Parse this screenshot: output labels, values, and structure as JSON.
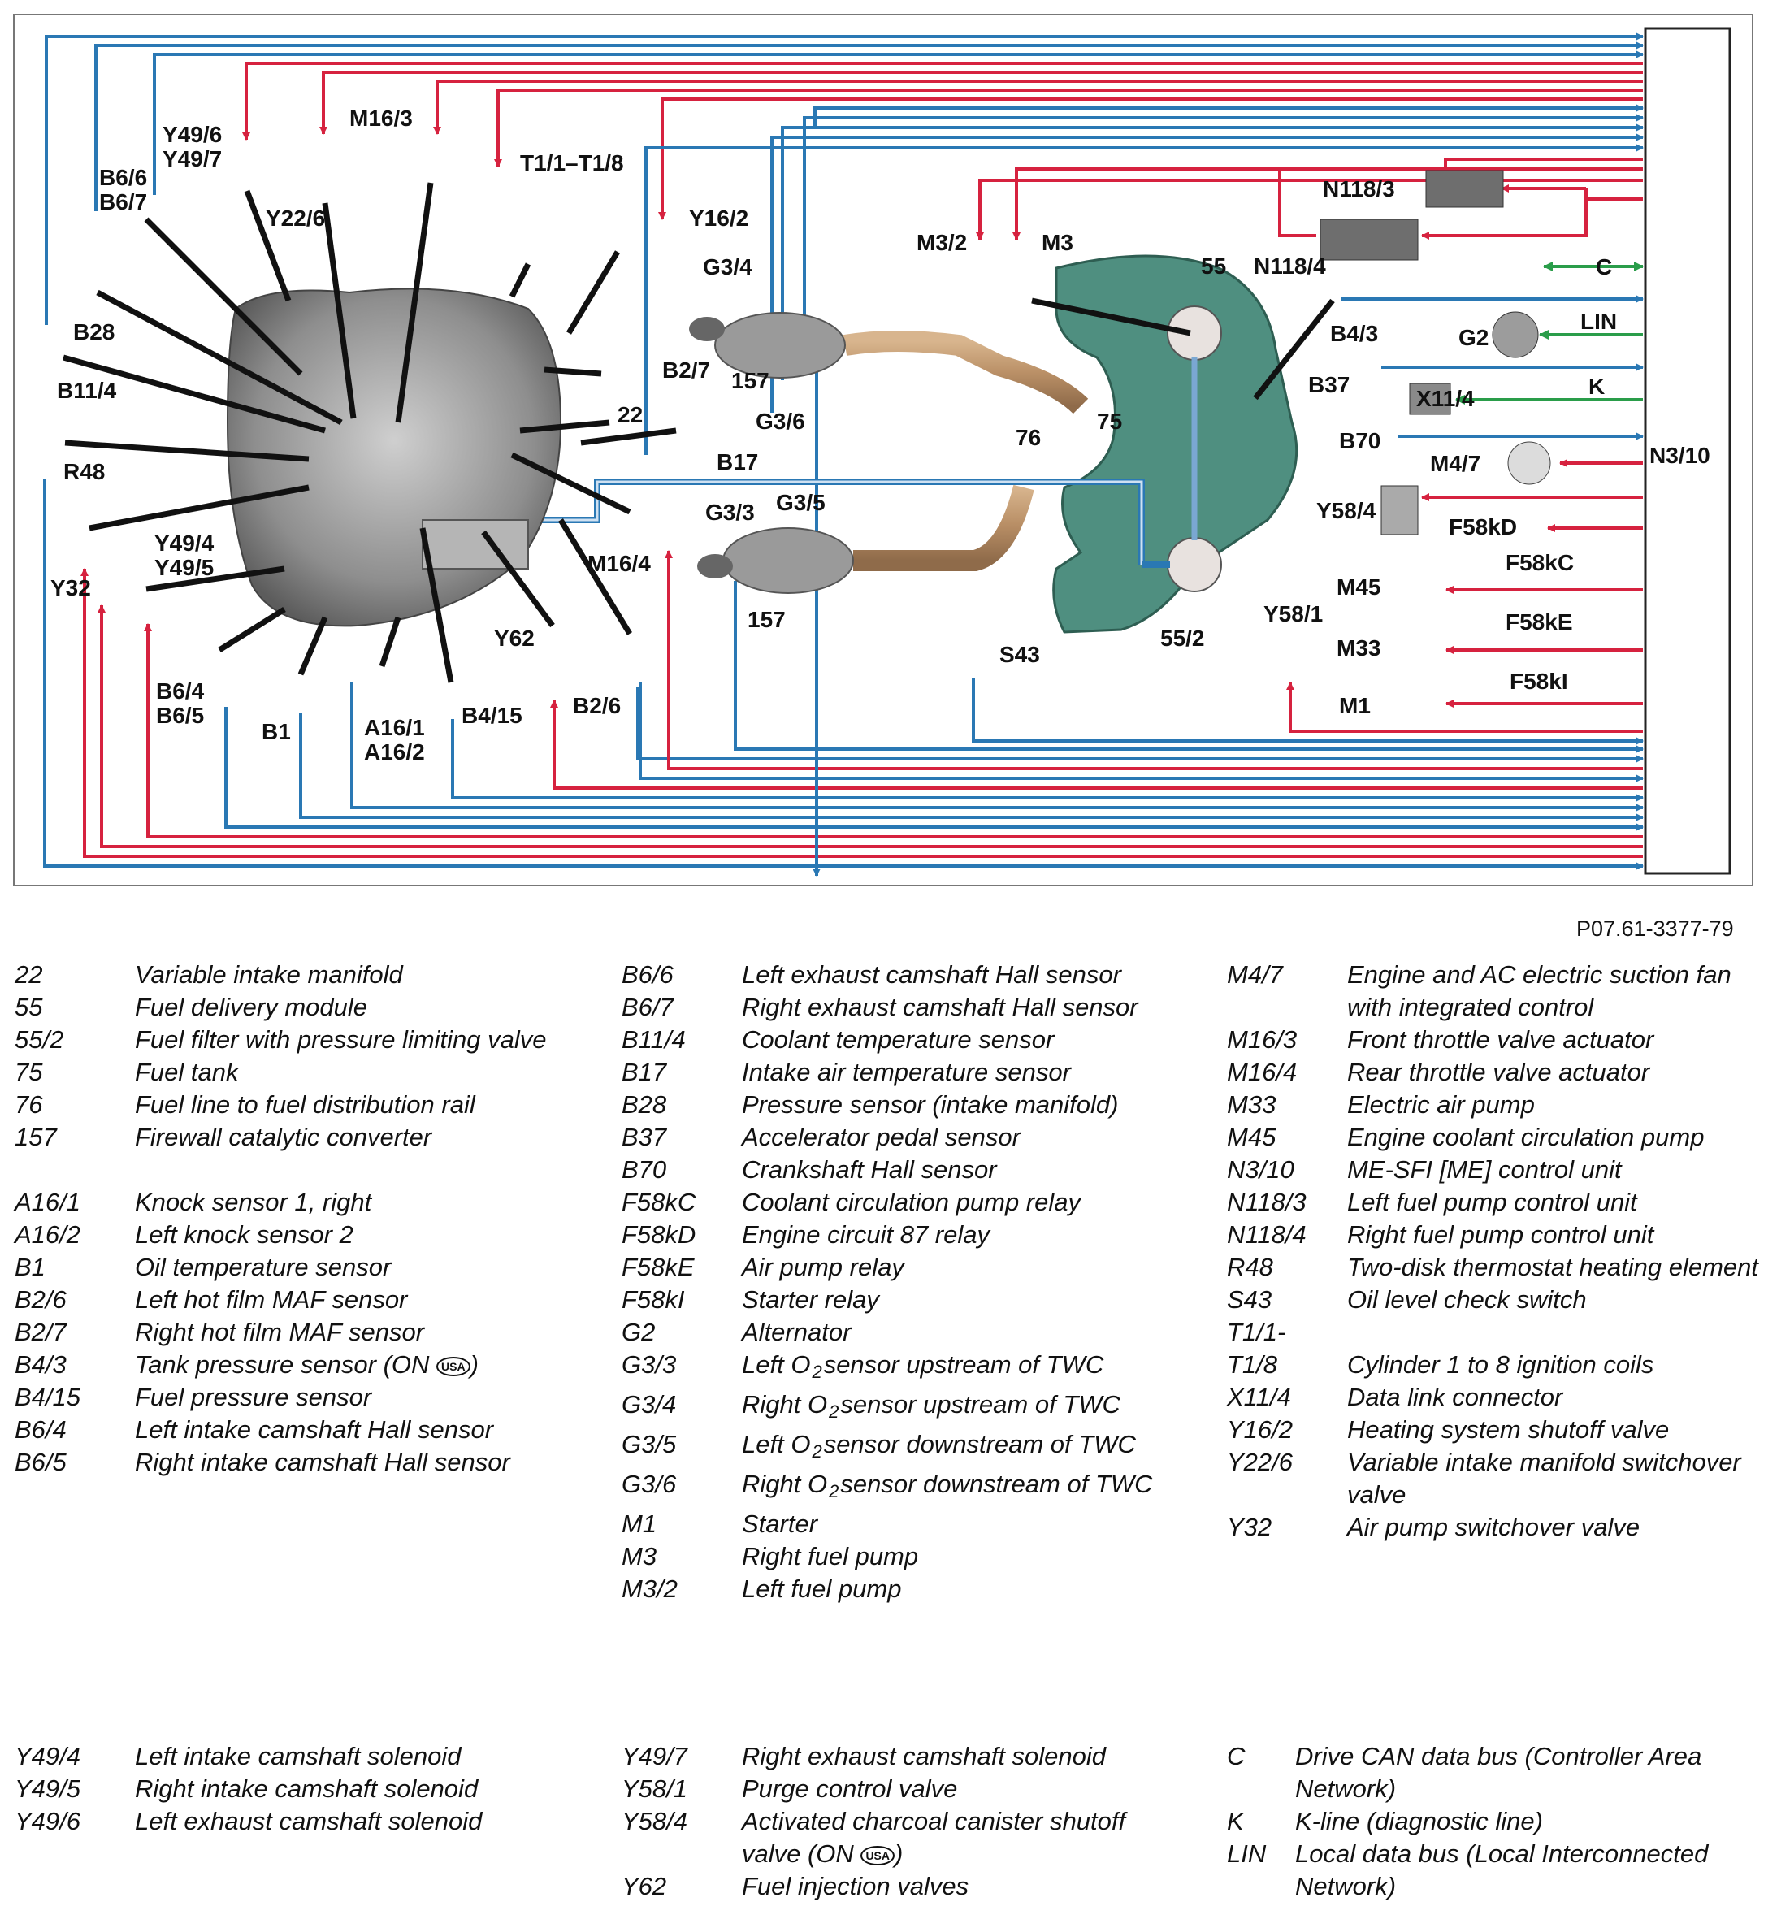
{
  "figure_code": "P07.61-3377-79",
  "colors": {
    "signal_in": "#2a78b4",
    "signal_out": "#d6223f",
    "bus": "#2a9d4a",
    "fuel_tank": "#4f8f80"
  },
  "components": {
    "n3_10": "N3/10",
    "y49_6_7": "Y49/6\nY49/7",
    "b6_6_7": "B6/6\nB6/7",
    "m16_3": "M16/3",
    "t1": "T1/1–T1/8",
    "y22_6": "Y22/6",
    "y16_2": "Y16/2",
    "g3_4": "G3/4",
    "m3_2": "M3/2",
    "m3": "M3",
    "n118_3": "N118/3",
    "n118_4": "N118/4",
    "c": "C",
    "c55": "55",
    "b28": "B28",
    "b11_4": "B11/4",
    "b2_7": "B2/7",
    "c157": "157",
    "g3_6": "G3/6",
    "c22": "22",
    "b4_3": "B4/3",
    "g2": "G2",
    "lin": "LIN",
    "b37": "B37",
    "x11_4": "X11/4",
    "k": "K",
    "c75": "75",
    "r48": "R48",
    "b17": "B17",
    "c76": "76",
    "b70": "B70",
    "m4_7": "M4/7",
    "y58_4": "Y58/4",
    "f58kd": "F58kD",
    "g3_3": "G3/3",
    "g3_5": "G3/5",
    "y49_4_5": "Y49/4\nY49/5",
    "y32": "Y32",
    "m16_4": "M16/4",
    "c157b": "157",
    "c55_2": "55/2",
    "f58kc": "F58kC",
    "m45": "M45",
    "y58_1": "Y58/1",
    "f58ke": "F58kE",
    "m33": "M33",
    "s43": "S43",
    "y62": "Y62",
    "f58ki": "F58kI",
    "m1": "M1",
    "b6_4_5": "B6/4\nB6/5",
    "b1": "B1",
    "a16_1_2": "A16/1\nA16/2",
    "b4_15": "B4/15",
    "b2_6": "B2/6"
  },
  "legend": {
    "col1": [
      {
        "code": "22",
        "desc": "Variable intake manifold"
      },
      {
        "code": "55",
        "desc": "Fuel delivery module"
      },
      {
        "code": "55/2",
        "desc": "Fuel filter with pressure limiting valve"
      },
      {
        "code": "75",
        "desc": "Fuel tank"
      },
      {
        "code": "76",
        "desc": "Fuel line to fuel distribution rail"
      },
      {
        "code": "157",
        "desc": "Firewall catalytic converter"
      },
      {
        "code": "",
        "desc": ""
      },
      {
        "code": "A16/1",
        "desc": "Knock sensor 1, right"
      },
      {
        "code": "A16/2",
        "desc": "Left knock sensor 2"
      },
      {
        "code": "B1",
        "desc": "Oil temperature sensor"
      },
      {
        "code": "B2/6",
        "desc": "Left hot film MAF sensor"
      },
      {
        "code": "B2/7",
        "desc": "Right hot film MAF sensor"
      },
      {
        "code": "B4/3",
        "desc": "Tank pressure sensor (ON",
        "badge": "USA",
        "after": ")"
      },
      {
        "code": "B4/15",
        "desc": "Fuel pressure sensor"
      },
      {
        "code": "B6/4",
        "desc": "Left intake camshaft Hall sensor"
      },
      {
        "code": "B6/5",
        "desc": "Right intake camshaft Hall sensor"
      }
    ],
    "col2": [
      {
        "code": "B6/6",
        "desc": "Left exhaust camshaft Hall sensor"
      },
      {
        "code": "B6/7",
        "desc": "Right exhaust camshaft Hall sensor"
      },
      {
        "code": "B11/4",
        "desc": "Coolant temperature sensor"
      },
      {
        "code": "B17",
        "desc": "Intake air temperature sensor"
      },
      {
        "code": "B28",
        "desc": "Pressure sensor (intake manifold)"
      },
      {
        "code": "B37",
        "desc": "Accelerator pedal sensor"
      },
      {
        "code": "B70",
        "desc": "Crankshaft Hall sensor"
      },
      {
        "code": "F58kC",
        "desc": "Coolant circulation pump relay"
      },
      {
        "code": "F58kD",
        "desc": "Engine circuit 87 relay"
      },
      {
        "code": "F58kE",
        "desc": "Air pump relay"
      },
      {
        "code": "F58kI",
        "desc": "Starter relay"
      },
      {
        "code": "G2",
        "desc": "Alternator"
      },
      {
        "code": "G3/3",
        "desc": "Left O",
        "sub": "2",
        "desc2": "sensor upstream of TWC"
      },
      {
        "code": "G3/4",
        "desc": "Right O",
        "sub": "2",
        "desc2": "sensor upstream of TWC"
      },
      {
        "code": "G3/5",
        "desc": "Left O",
        "sub": "2",
        "desc2": "sensor downstream of TWC"
      },
      {
        "code": "G3/6",
        "desc": "Right O",
        "sub": "2",
        "desc2": "sensor downstream of TWC"
      },
      {
        "code": "M1",
        "desc": "Starter"
      },
      {
        "code": "M3",
        "desc": "Right fuel pump"
      },
      {
        "code": "M3/2",
        "desc": "Left fuel pump"
      }
    ],
    "col3": [
      {
        "code": "M4/7",
        "desc": "Engine and AC electric suction fan with integrated control"
      },
      {
        "code": "M16/3",
        "desc": "Front throttle valve actuator"
      },
      {
        "code": "M16/4",
        "desc": "Rear throttle valve actuator"
      },
      {
        "code": "M33",
        "desc": "Electric air pump"
      },
      {
        "code": "M45",
        "desc": "Engine coolant circulation pump"
      },
      {
        "code": "N3/10",
        "desc": "ME-SFI [ME] control unit"
      },
      {
        "code": "N118/3",
        "desc": "Left fuel pump control unit"
      },
      {
        "code": "N118/4",
        "desc": "Right fuel pump control unit"
      },
      {
        "code": "R48",
        "desc": "Two-disk thermostat heating element"
      },
      {
        "code": "S43",
        "desc": "Oil level check switch"
      },
      {
        "code": "T1/1-",
        "desc": ""
      },
      {
        "code": "T1/8",
        "desc": "Cylinder 1 to 8 ignition coils"
      },
      {
        "code": "X11/4",
        "desc": "Data link connector"
      },
      {
        "code": "Y16/2",
        "desc": "Heating system shutoff valve"
      },
      {
        "code": "Y22/6",
        "desc": "Variable intake manifold switchover valve"
      },
      {
        "code": "Y32",
        "desc": "Air pump switchover valve"
      }
    ],
    "col4": [
      {
        "code": "Y49/4",
        "desc": "Left intake camshaft solenoid"
      },
      {
        "code": "Y49/5",
        "desc": "Right intake camshaft solenoid"
      },
      {
        "code": "Y49/6",
        "desc": "Left exhaust camshaft solenoid"
      }
    ],
    "col5": [
      {
        "code": "Y49/7",
        "desc": "Right exhaust camshaft solenoid"
      },
      {
        "code": "Y58/1",
        "desc": "Purge control valve"
      },
      {
        "code": "Y58/4",
        "desc": "Activated charcoal canister shutoff valve (ON",
        "badge": "USA",
        "after": ")"
      },
      {
        "code": "Y62",
        "desc": "Fuel injection valves"
      }
    ],
    "col6": [
      {
        "code": "C",
        "desc": "Drive CAN data bus (Controller Area Network)"
      },
      {
        "code": "K",
        "desc": "K-line (diagnostic line)"
      },
      {
        "code": "LIN",
        "desc": "Local data bus (Local Interconnected Network)"
      }
    ]
  }
}
